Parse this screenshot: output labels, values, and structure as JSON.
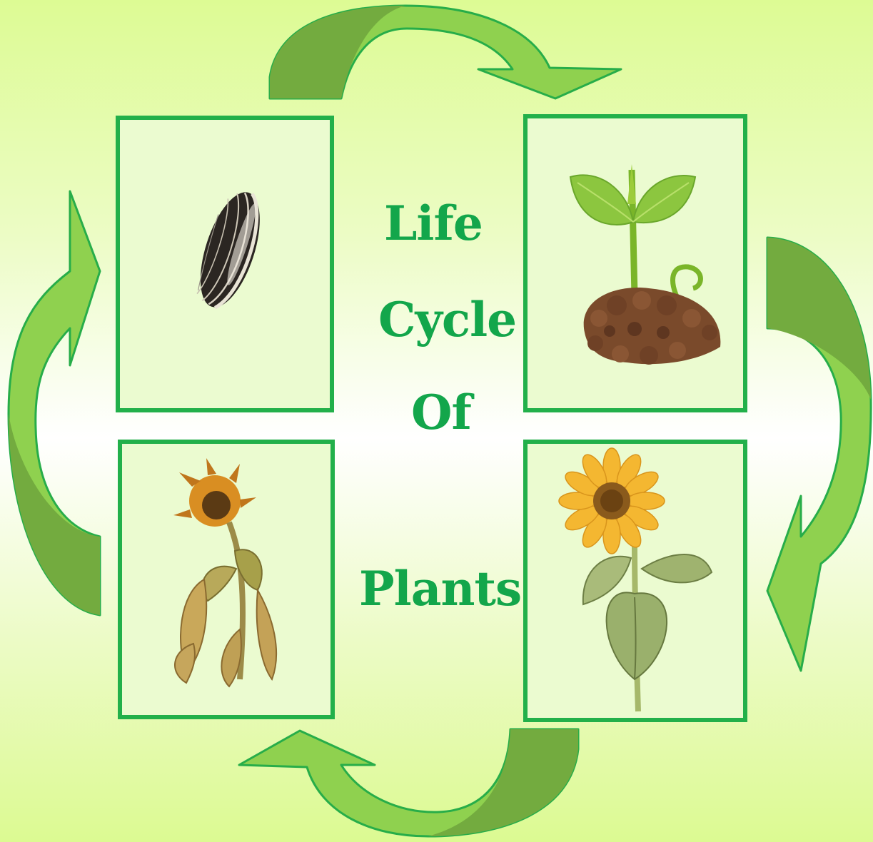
{
  "title": {
    "line1": "Life",
    "line2": "Cycle",
    "line3": "Of",
    "line4": "Plants"
  },
  "stages": [
    {
      "name": "seed",
      "icon": "seed-icon"
    },
    {
      "name": "seedling",
      "icon": "seedling-icon"
    },
    {
      "name": "flowering-plant",
      "icon": "sunflower-icon"
    },
    {
      "name": "wilted-plant",
      "icon": "wilted-sunflower-icon"
    }
  ],
  "colors": {
    "box_border": "#22b04a",
    "title_text": "#13a64b",
    "arrow_light": "#8fd14f",
    "arrow_dark": "#73ab3f",
    "arrow_outline": "#27ad49",
    "background_top": "#ddfb94",
    "background_mid": "#ffffff"
  }
}
